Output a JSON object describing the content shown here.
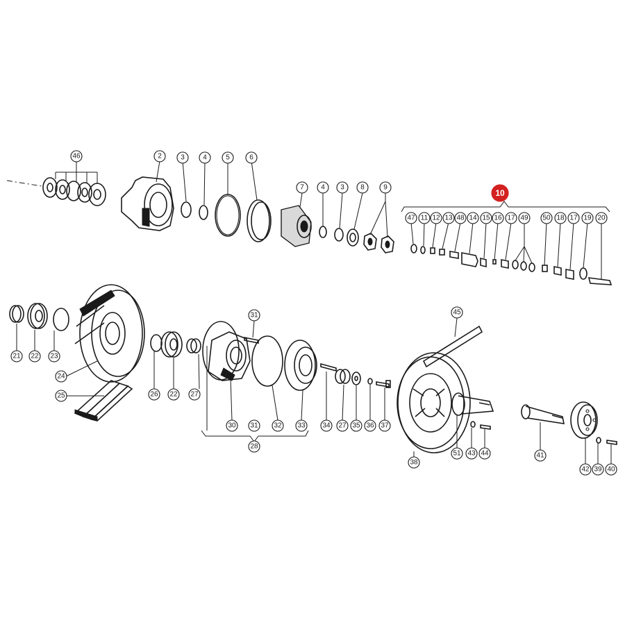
{
  "diagram": {
    "highlight_color": "#d32020",
    "callouts": {
      "c46": "46",
      "c2": "2",
      "c3": "3",
      "c4": "4",
      "c5": "5",
      "c6": "6",
      "c7": "7",
      "c4b": "4",
      "c3b": "3",
      "c8": "8",
      "c9": "9",
      "c10": "10",
      "c47": "47",
      "c11": "11",
      "c12": "12",
      "c13": "13",
      "c48": "48",
      "c14": "14",
      "c15": "15",
      "c16": "16",
      "c17": "17",
      "c49": "49",
      "c50": "50",
      "c18": "18",
      "c17b": "17",
      "c19": "19",
      "c20": "20",
      "c21": "21",
      "c22": "22",
      "c23": "23",
      "c24": "24",
      "c25": "25",
      "c26": "26",
      "c22b": "22",
      "c27": "27",
      "c31": "31",
      "c30": "30",
      "c31b": "31",
      "c32": "32",
      "c33": "33",
      "c28": "28",
      "c34": "34",
      "c27b": "27",
      "c35": "35",
      "c36": "36",
      "c37": "37",
      "c45": "45",
      "c38": "38",
      "c51": "51",
      "c43": "43",
      "c44": "44",
      "c41": "41",
      "c42": "42",
      "c39": "39",
      "c40": "40"
    }
  }
}
